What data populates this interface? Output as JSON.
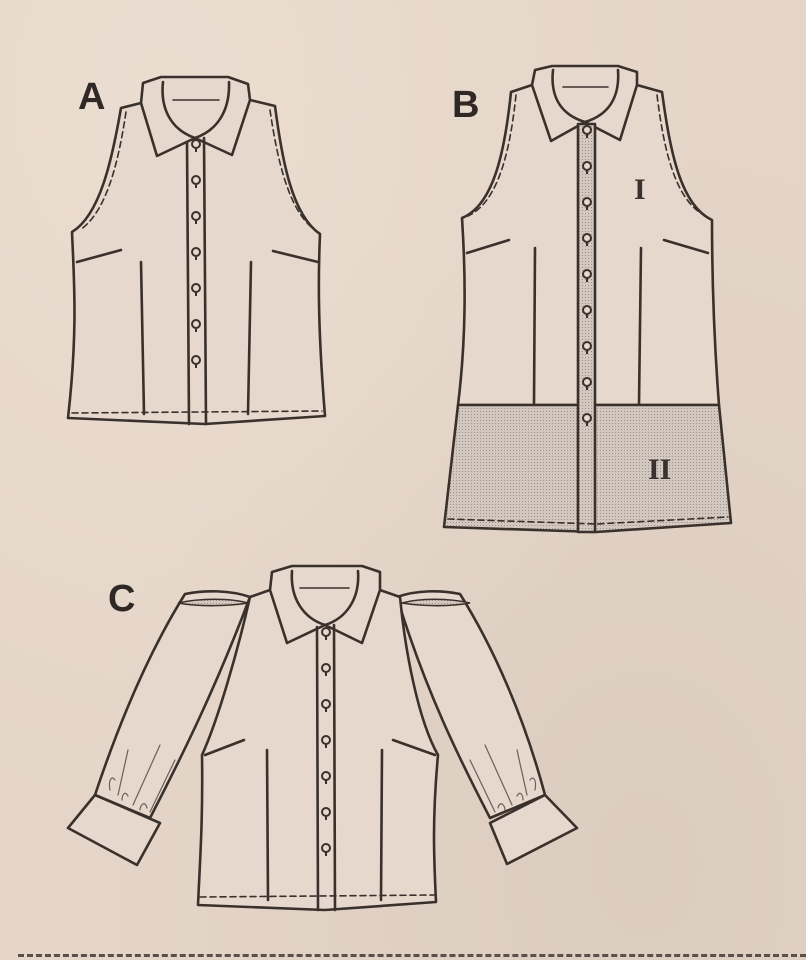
{
  "page": {
    "background": "#e4d5c8",
    "line_color": "#3a312c",
    "shade_color": "#cfc4bb"
  },
  "views": [
    {
      "id": "A",
      "label": "A",
      "description": "Sleeveless button-front blouse with collar and front darts",
      "buttons": 7,
      "panels": []
    },
    {
      "id": "B",
      "label": "B",
      "description": "Sleeveless long button-front tunic with contrast lower band",
      "buttons": 9,
      "panels": [
        {
          "label": "I",
          "fill": "plain"
        },
        {
          "label": "II",
          "fill": "shaded"
        }
      ]
    },
    {
      "id": "C",
      "label": "C",
      "description": "Button-front blouse with puffed long sleeves, gathered cuffs",
      "buttons": 7,
      "panels": []
    }
  ]
}
